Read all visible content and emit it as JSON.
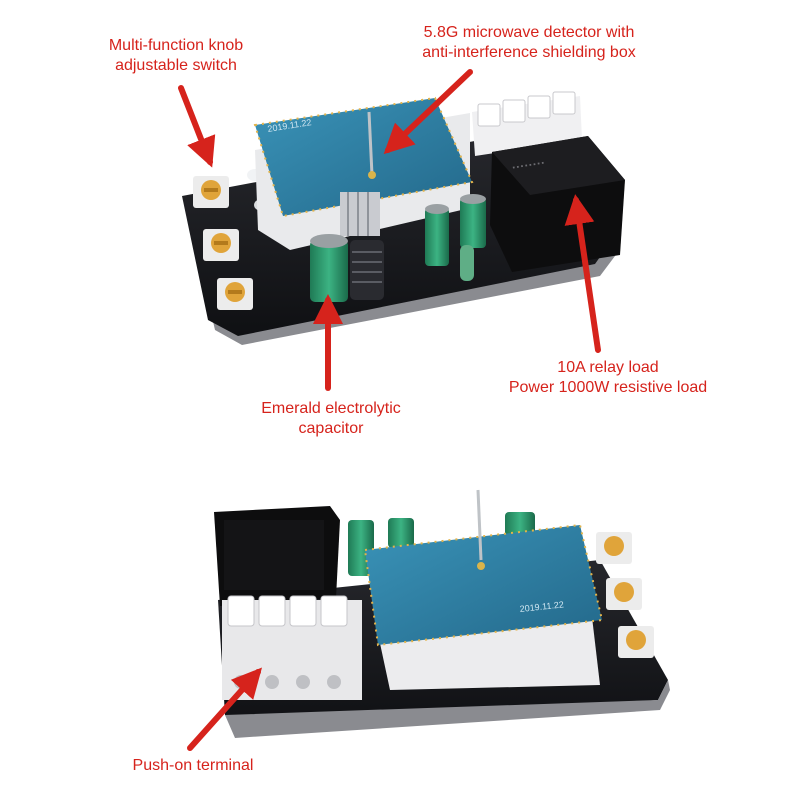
{
  "colors": {
    "label_text": "#d6231c",
    "arrow": "#d6231c",
    "pcb_black": "#15161a",
    "module_blue": "#2f7fa3",
    "knob_orange": "#e0a43a",
    "capacitor_green": "#2c9a6e",
    "relay_black": "#0d0d0e",
    "terminal_white": "#e8e8ea"
  },
  "labels": {
    "knob": [
      "Multi-function knob",
      "adjustable switch"
    ],
    "microwave": [
      "5.8G microwave detector with",
      "anti-interference shielding box"
    ],
    "capacitor": [
      "Emerald electrolytic",
      "capacitor"
    ],
    "relay": [
      "10A relay load",
      "Power 1000W resistive load"
    ],
    "terminal": [
      "Push-on terminal"
    ]
  },
  "photos": {
    "top_view": {
      "module_print": "2019.11.22"
    },
    "bottom_view": {
      "module_print": "2019.11.22"
    }
  }
}
